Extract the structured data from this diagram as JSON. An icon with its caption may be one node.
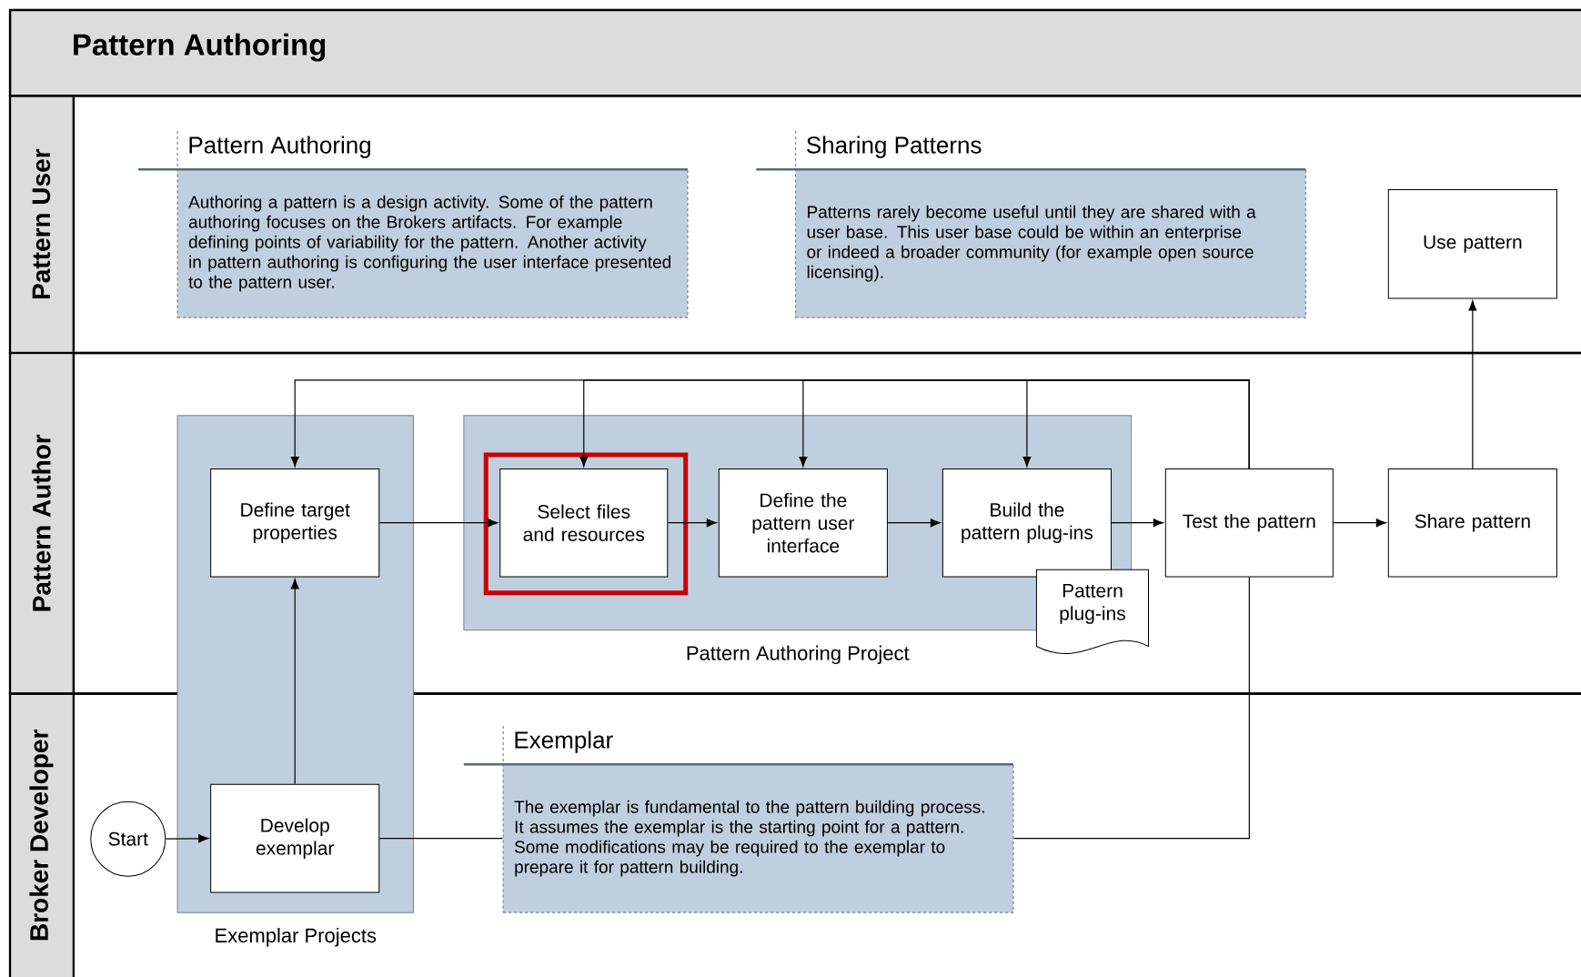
{
  "diagram": {
    "title": "Pattern Authoring",
    "nodes": [
      {
        "text": [
          "Pattern User"
        ]
      },
      {
        "text": [
          "Pattern Authoring",
          "Authoring a pattern is a design activity. Some of the pattern authoring focuses on the Brokers artifacts. For example defining points of variability for the pattern. Another activity in pattern authoring is configuring the user interface presented to the pattern user."
        ],
        "in": 0
      },
      {
        "text": [
          "Sharing Patterns",
          "Patterns rarely become useful until they are shared with a user base. This user base could be within an enterprise or indeed a broader community (for example open source licensing)."
        ],
        "in": 0
      },
      {
        "text": [
          "Use pattern"
        ],
        "in": 0
      },
      {
        "text": [
          "Pattern Author"
        ]
      },
      {
        "text": [
          "Pattern Authoring Project"
        ],
        "in": 4
      },
      {
        "text": [
          "Define target properties"
        ],
        "in": 4
      },
      {
        "text": [
          "Select files and resources"
        ],
        "in": 5
      },
      {
        "text": [
          "Define the pattern user interface"
        ],
        "in": 5
      },
      {
        "text": [
          "Build the pattern plug-ins"
        ],
        "in": 5
      },
      {
        "text": [
          "Pattern plug-ins"
        ],
        "in": 4
      },
      {
        "text": [
          "Test the pattern"
        ],
        "in": 4
      },
      {
        "text": [
          "Share pattern"
        ],
        "in": 4
      },
      {
        "text": [
          "Broker Developer"
        ]
      },
      {
        "text": [
          "Start"
        ],
        "in": 13
      },
      {
        "text": [
          "Develop exemplar"
        ],
        "in": 13
      },
      {
        "text": [
          "Exemplar",
          "The exemplar is fundamental to the pattern building process. It assumes the exemplar is the starting point for a pattern. Some modifications may be required to the exemplar to prepare it for pattern building."
        ],
        "in": 13
      }
    ],
    "edges": [
      {
        "from": 14,
        "to": 15,
        "arrow": "to"
      },
      {
        "from": 15,
        "to": 6,
        "arrow": "to"
      },
      {
        "from": 6,
        "to": 7,
        "arrow": "to"
      },
      {
        "from": 7,
        "to": 8,
        "arrow": "to"
      },
      {
        "from": 8,
        "to": 9,
        "arrow": "to"
      },
      {
        "from": 9,
        "to": 11,
        "arrow": "to"
      },
      {
        "from": 11,
        "to": 12,
        "arrow": "to"
      },
      {
        "from": 12,
        "to": 3,
        "arrow": "to"
      },
      {
        "from": 11,
        "to": 6,
        "arrow": "to"
      },
      {
        "from": 11,
        "to": 7,
        "arrow": "to"
      },
      {
        "from": 11,
        "to": 8,
        "arrow": "to"
      },
      {
        "from": 11,
        "to": 9,
        "arrow": "to"
      },
      {
        "from": 15,
        "to": 16,
        "arrow": "none"
      },
      {
        "from": 16,
        "to": 11,
        "arrow": "none"
      }
    ],
    "labels": [
      "Exemplar Projects"
    ]
  }
}
